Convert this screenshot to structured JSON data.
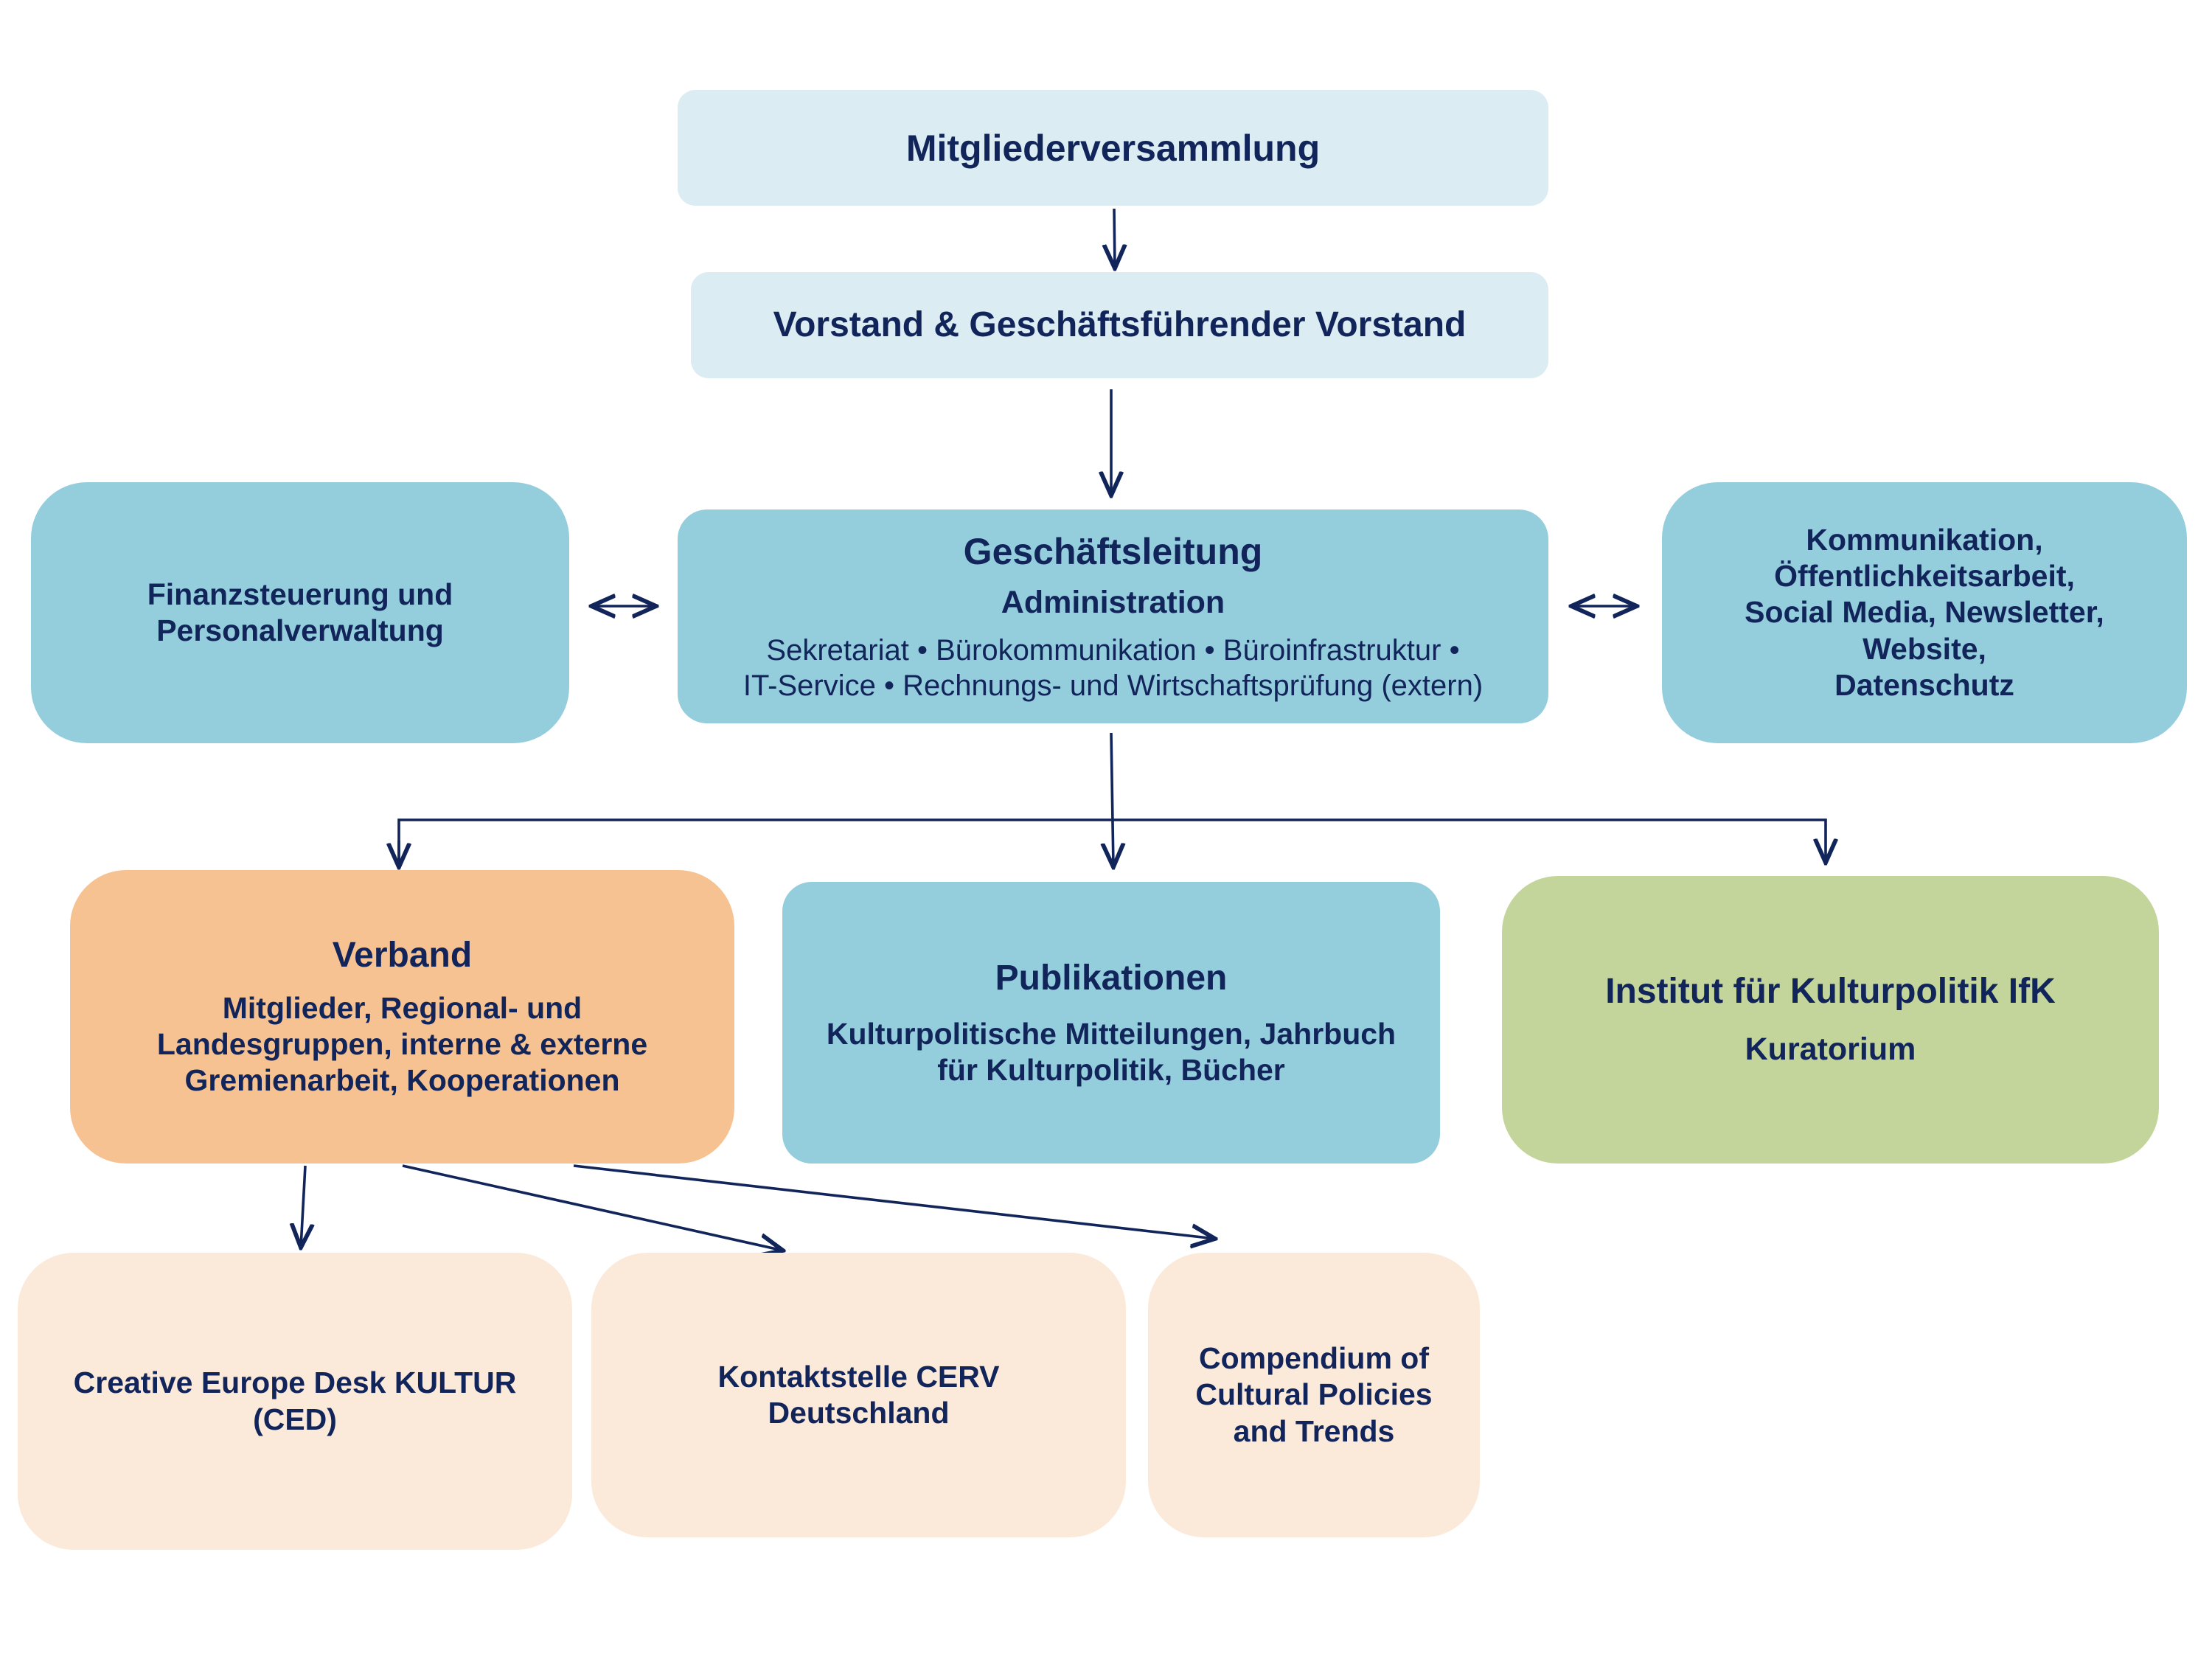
{
  "nodes": {
    "mitgliederversammlung": {
      "title": "Mitgliederversammlung"
    },
    "vorstand": {
      "title": "Vorstand & Geschäftsführender Vorstand"
    },
    "finanz": {
      "line1": "Finanzsteuerung und",
      "line2": "Personalverwaltung"
    },
    "geschaeftsleitung": {
      "title": "Geschäftsleitung",
      "subtitle": "Administration",
      "line1": "Sekretariat • Bürokommunikation • Büroinfrastruktur •",
      "line2": "IT-Service • Rechnungs- und Wirtschaftsprüfung (extern)"
    },
    "kommunikation": {
      "line1": "Kommunikation,",
      "line2": "Öffentlichkeitsarbeit,",
      "line3": "Social Media, Newsletter,",
      "line4": "Website,",
      "line5": "Datenschutz"
    },
    "verband": {
      "title": "Verband",
      "line1": "Mitglieder, Regional- und",
      "line2": "Landesgruppen, interne & externe",
      "line3": "Gremienarbeit, Kooperationen"
    },
    "publikationen": {
      "title": "Publikationen",
      "line1": "Kulturpolitische Mitteilungen, Jahrbuch",
      "line2": "für Kulturpolitik, Bücher"
    },
    "institut": {
      "title": "Institut für Kulturpolitik IfK",
      "subtitle": "Kuratorium"
    },
    "ced": {
      "line1": "Creative Europe Desk KULTUR",
      "line2": "(CED)"
    },
    "cerv": {
      "line1": "Kontaktstelle CERV",
      "line2": "Deutschland"
    },
    "compendium": {
      "line1": "Compendium of",
      "line2": "Cultural Policies",
      "line3": "and Trends"
    }
  },
  "colors": {
    "pale": "#dbecf3",
    "blue": "#94cddc",
    "orange": "#f7c291",
    "green": "#c3d59a",
    "peach": "#fbe9da",
    "text": "#12255a",
    "line": "#12255a"
  }
}
